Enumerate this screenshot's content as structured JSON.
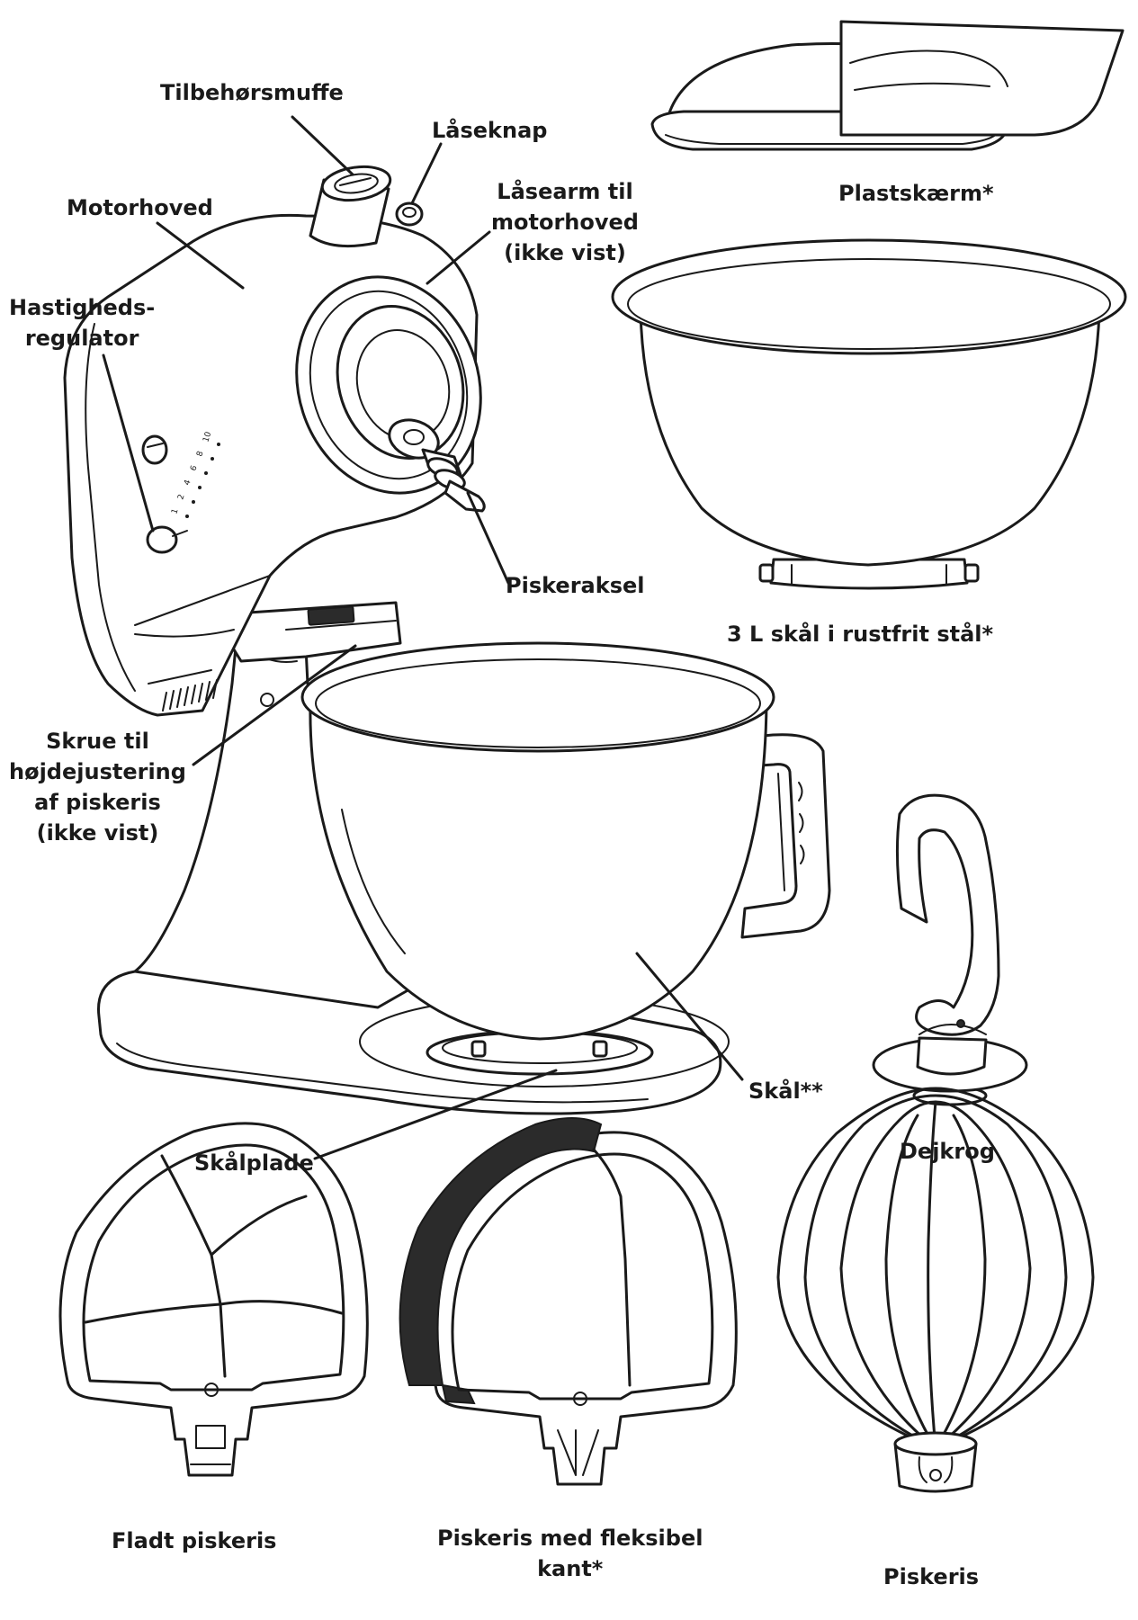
{
  "labels": {
    "accessory_hub": "Tilbehørsmuffe",
    "lock_knob": "Låseknap",
    "motor_head": "Motorhoved",
    "motor_head_lock_lever": "Låsearm til\nmotorhoved\n(ikke vist)",
    "speed_control": "Hastigheds-\nregulator",
    "beater_shaft": "Piskeraksel",
    "height_adjust_screw": "Skrue til\nhøjdejustering\naf piskeris\n(ikke vist)",
    "bowl": "Skål**",
    "bowl_plate": "Skålplade",
    "pouring_shield": "Plastskærm*",
    "steel_bowl": "3 L skål i rustfrit stål*",
    "dough_hook": "Dejkrog",
    "flat_beater": "Fladt piskeris",
    "flex_edge_beater": "Piskeris med fleksibel\nkant*",
    "wire_whip": "Piskeris"
  },
  "speed_scale": [
    "1",
    "2",
    "4",
    "6",
    "8",
    "10"
  ],
  "colors": {
    "line": "#1a1a1a",
    "flex_edge": "#2b2b2b",
    "background": "#ffffff"
  }
}
